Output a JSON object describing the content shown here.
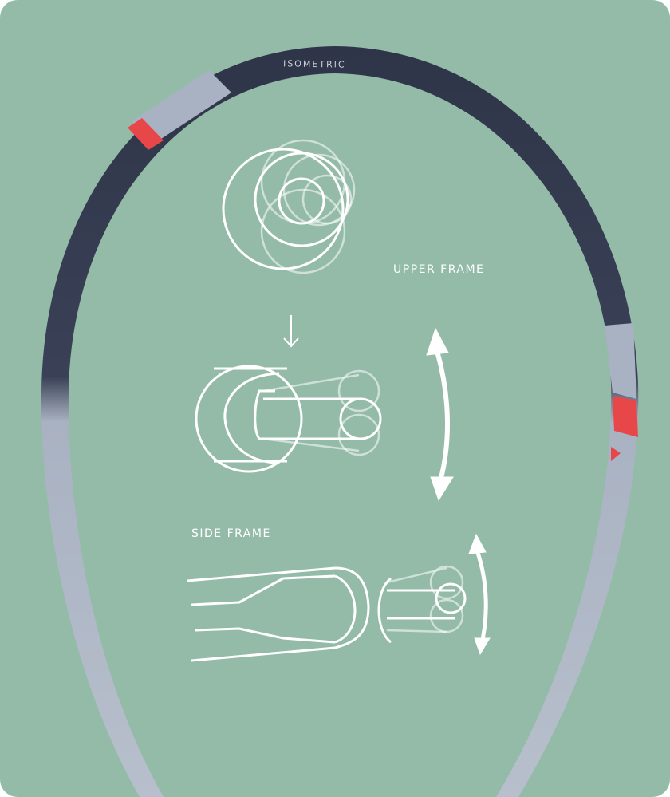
{
  "frame_text": "ISOMETRIC",
  "labels": {
    "upper": "UPPER FRAME",
    "side": "SIDE FRAME"
  },
  "colors": {
    "background": "#93bba8",
    "frame_dark": "#2f3548",
    "frame_silver": "#aab3c3",
    "accent": "#e8474a",
    "lines": "#ffffff"
  }
}
